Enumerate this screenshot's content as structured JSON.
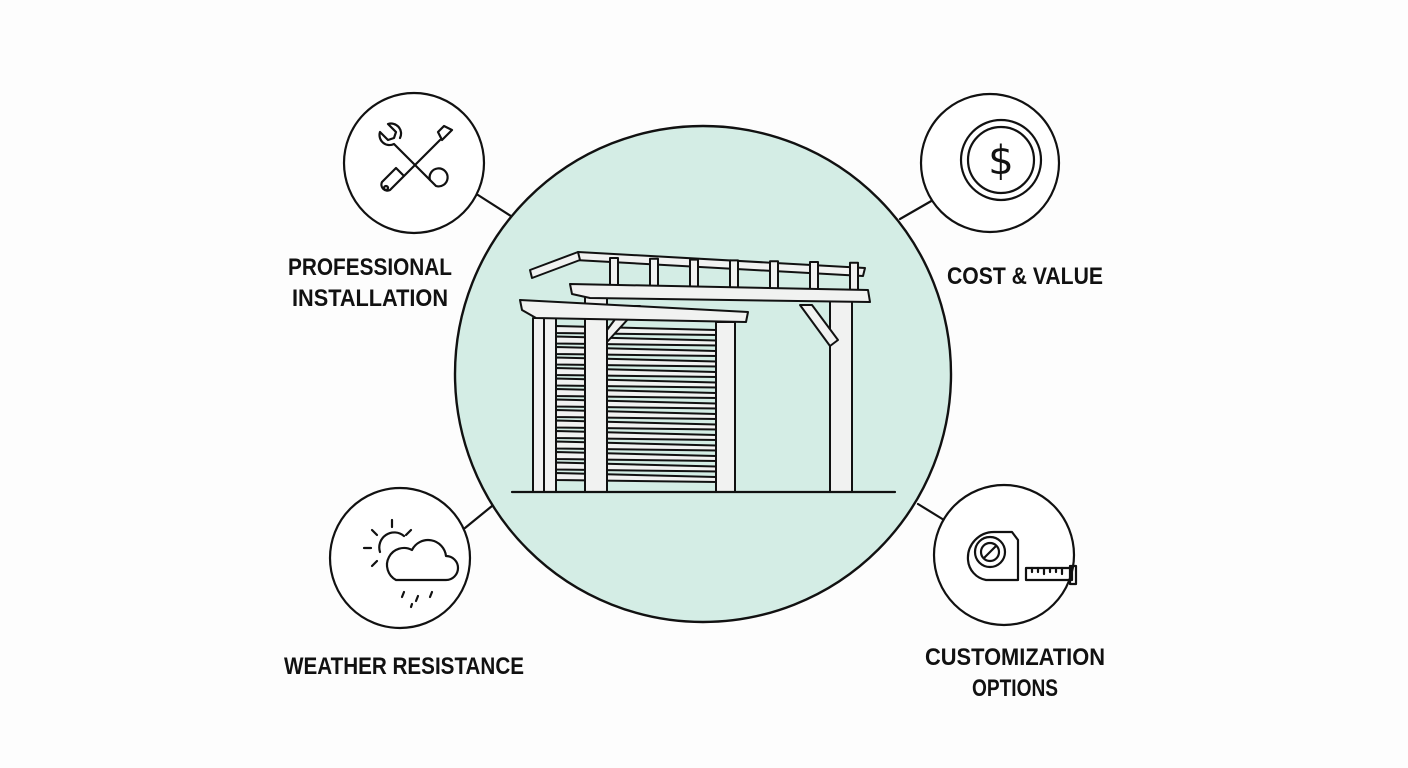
{
  "colors": {
    "hub_fill": "#d4ede5",
    "stroke": "#111111",
    "background": "#fdfdfd"
  },
  "center": {
    "icon": "pergola-with-louvers"
  },
  "nodes": [
    {
      "id": "installation",
      "icon": "wrench-screwdriver-icon",
      "label_lines": [
        "PROFESSIONAL",
        "INSTALLATION"
      ]
    },
    {
      "id": "cost",
      "icon": "dollar-coin-icon",
      "label_lines": [
        "COST & VALUE"
      ]
    },
    {
      "id": "weather",
      "icon": "sun-cloud-rain-icon",
      "label_lines": [
        "WEATHER RESISTANCE"
      ]
    },
    {
      "id": "custom",
      "icon": "tape-measure-icon",
      "label_lines": [
        "CUSTOMIZATION",
        "OPTIONS"
      ]
    }
  ]
}
